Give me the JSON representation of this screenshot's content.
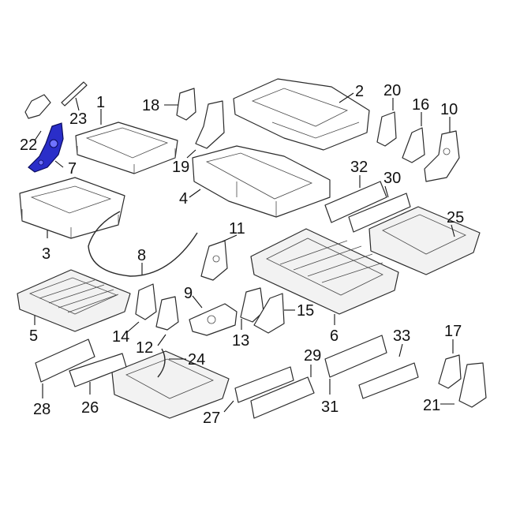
{
  "highlight_color": "#2a2ec9",
  "callouts": {
    "c1": "1",
    "c2": "2",
    "c3": "3",
    "c4": "4",
    "c5": "5",
    "c6": "6",
    "c7": "7",
    "c8": "8",
    "c9": "9",
    "c10": "10",
    "c11": "11",
    "c12": "12",
    "c13": "13",
    "c14": "14",
    "c15": "15",
    "c16": "16",
    "c17": "17",
    "c18": "18",
    "c19": "19",
    "c20": "20",
    "c21": "21",
    "c22": "22",
    "c23": "23",
    "c24": "24",
    "c25": "25",
    "c26": "26",
    "c27": "27",
    "c28": "28",
    "c29": "29",
    "c30": "30",
    "c31": "31",
    "c32": "32",
    "c33": "33"
  }
}
